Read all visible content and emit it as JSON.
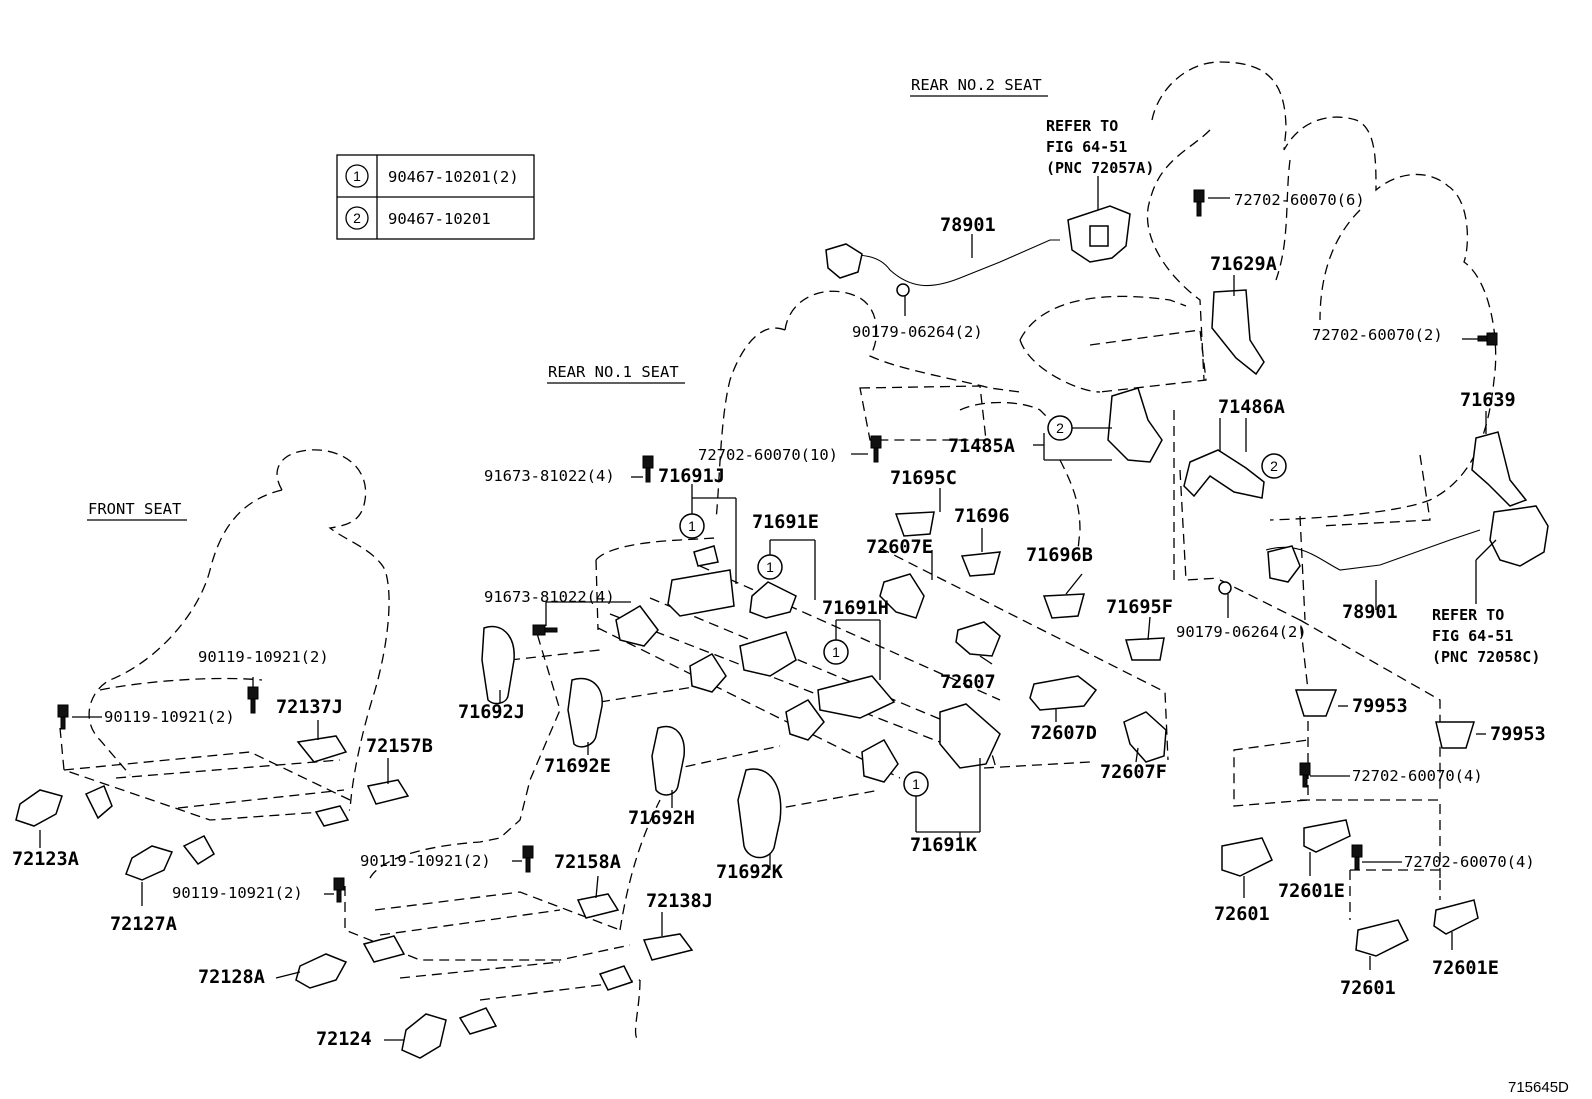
{
  "headers": {
    "rear_no2_seat": "REAR NO.2 SEAT",
    "rear_no1_seat": "REAR NO.1 SEAT",
    "front_seat": "FRONT SEAT"
  },
  "legend": {
    "rows": [
      {
        "symbol": "1",
        "part": "90467-10201(2)"
      },
      {
        "symbol": "2",
        "part": "90467-10201"
      }
    ]
  },
  "references": {
    "ref_72057a": {
      "line1": "REFER TO",
      "line2": "FIG 64-51",
      "line3": "(PNC 72057A)"
    },
    "ref_72058c": {
      "line1": "REFER TO",
      "line2": "FIG 64-51",
      "line3": "(PNC 72058C)"
    }
  },
  "parts": {
    "p78901_top": "78901",
    "p90179_top": "90179-06264(2)",
    "p72702_6": "72702-60070(6)",
    "p71629a": "71629A",
    "p72702_2": "72702-60070(2)",
    "p71639": "71639",
    "p71486a": "71486A",
    "p71485a": "71485A",
    "p72702_10": "72702-60070(10)",
    "p91673_a": "91673-81022(4)",
    "p91673_b": "91673-81022(4)",
    "p71691j": "71691J",
    "p71691e": "71691E",
    "p71695c": "71695C",
    "p71696": "71696",
    "p72607e": "72607E",
    "p71696b": "71696B",
    "p71691h": "71691H",
    "p71695f": "71695F",
    "p72607": "72607",
    "p72607d": "72607D",
    "p72607f": "72607F",
    "p71692j": "71692J",
    "p71692e": "71692E",
    "p71692h": "71692H",
    "p71692k": "71692K",
    "p71691k": "71691K",
    "p78901_mid": "78901",
    "p90179_mid": "90179-06264(2)",
    "p79953_a": "79953",
    "p79953_b": "79953",
    "p72702_4a": "72702-60070(4)",
    "p72702_4b": "72702-60070(4)",
    "p72601_a": "72601",
    "p72601e_a": "72601E",
    "p72601_b": "72601",
    "p72601e_b": "72601E",
    "p90119_a": "90119-10921(2)",
    "p90119_b": "90119-10921(2)",
    "p90119_c": "90119-10921(2)",
    "p90119_d": "90119-10921(2)",
    "p72137j": "72137J",
    "p72157b": "72157B",
    "p72123a": "72123A",
    "p72127a": "72127A",
    "p72158a": "72158A",
    "p72138j": "72138J",
    "p72128a": "72128A",
    "p72124": "72124"
  },
  "callouts": {
    "c1": "1",
    "c2": "2"
  },
  "diagram_id": "715645D"
}
